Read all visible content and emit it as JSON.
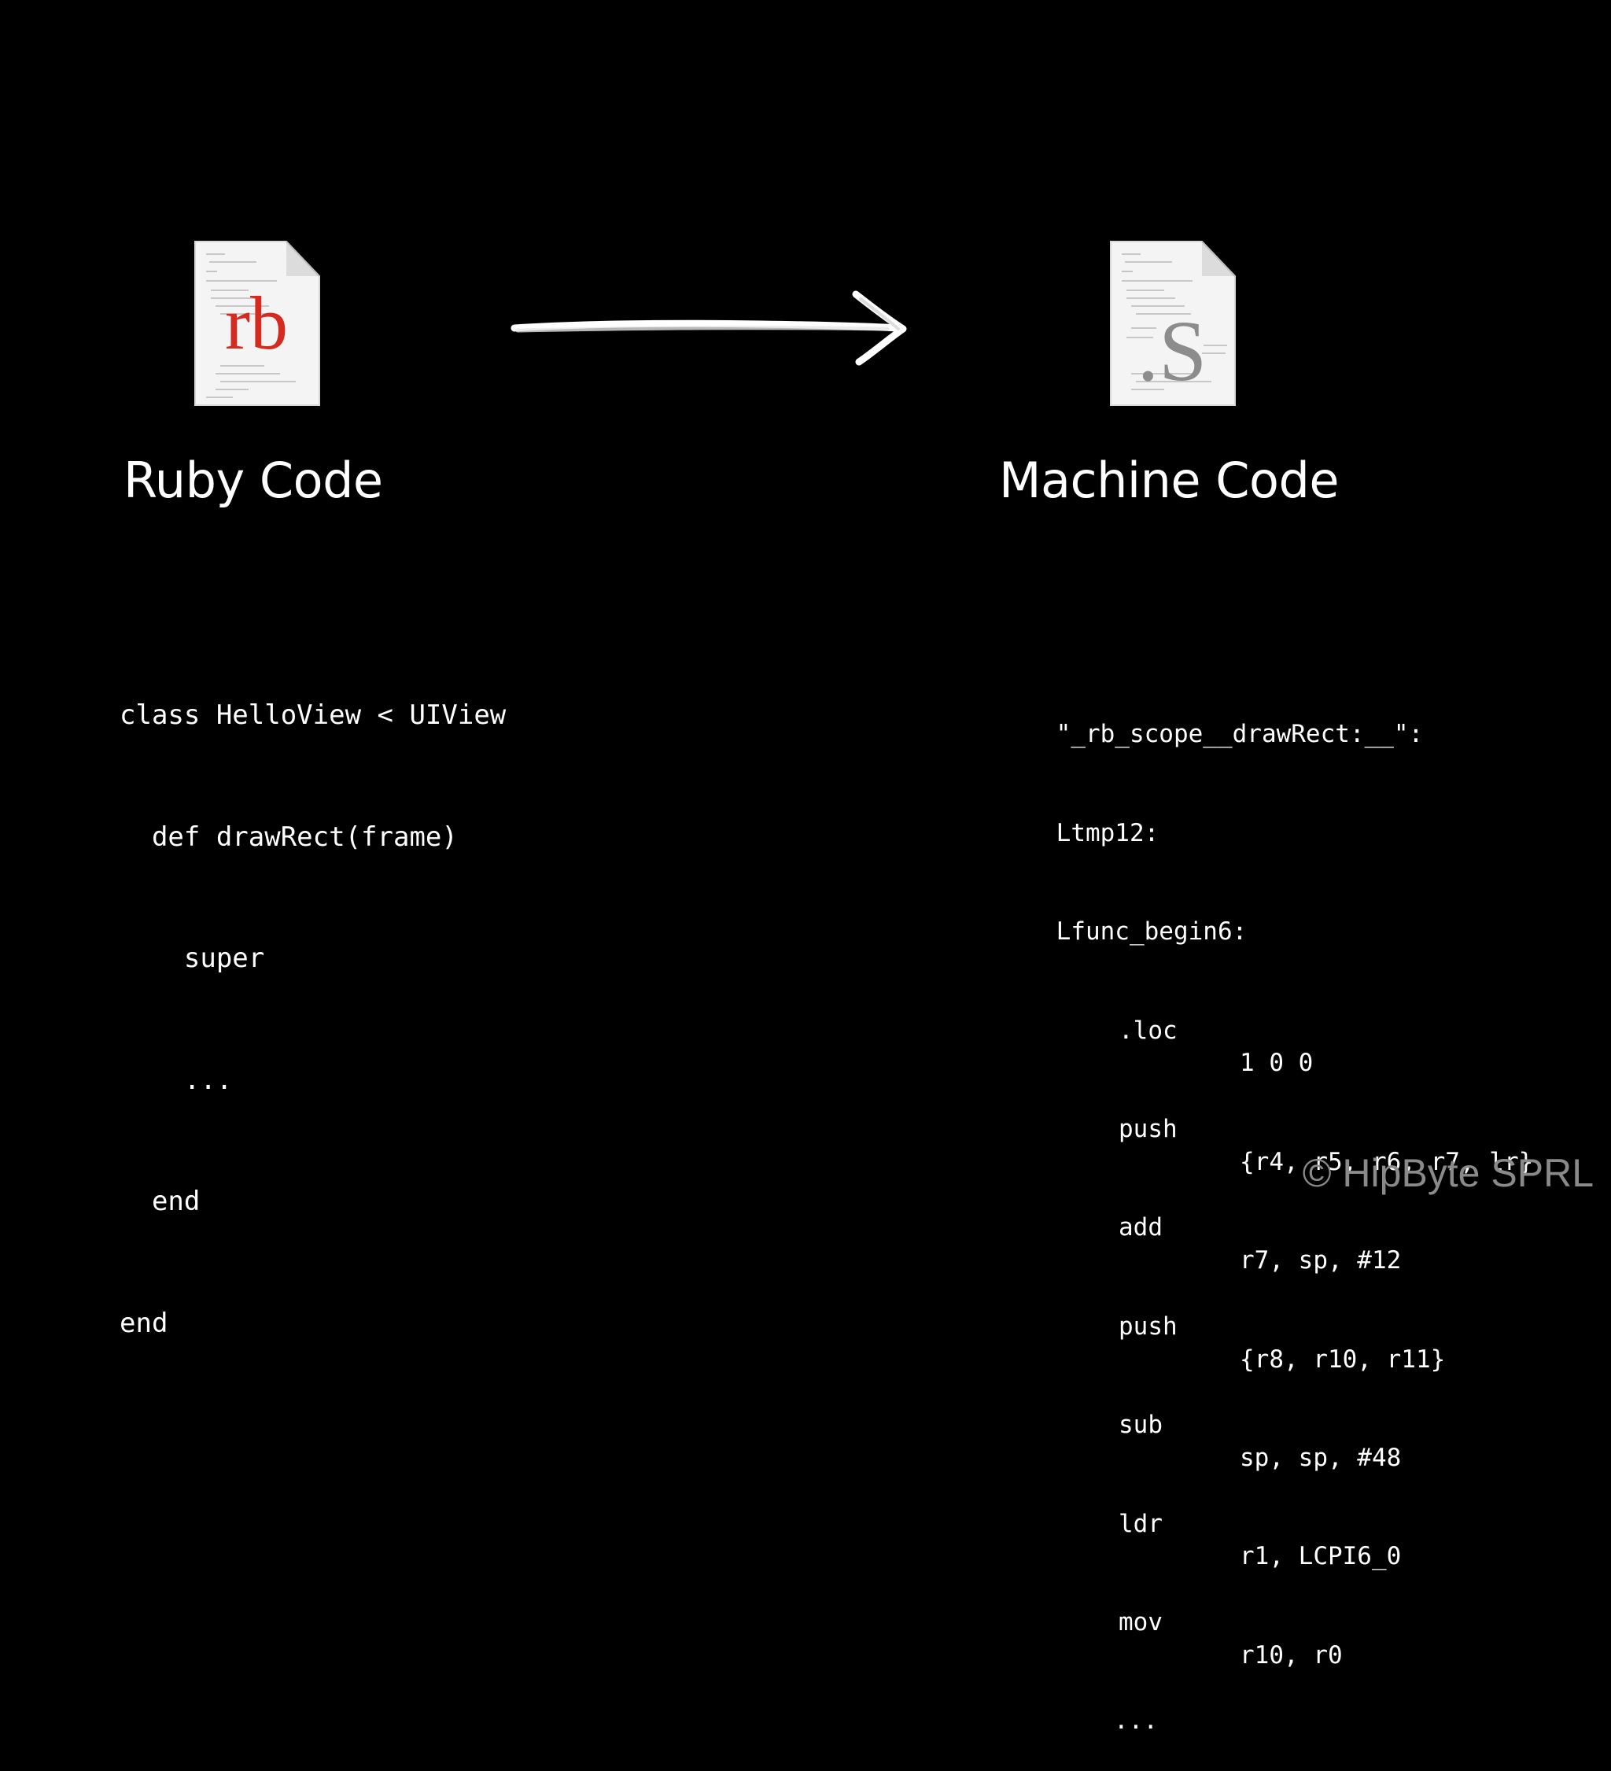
{
  "slide": {
    "background": "#000000",
    "left": {
      "icon_label": "rb",
      "icon_color": "#d42a1f",
      "heading": "Ruby Code",
      "code_lines": [
        "class HelloView < UIView",
        "  def drawRect(frame)",
        "    super",
        "    ...",
        "  end",
        "end"
      ]
    },
    "right": {
      "icon_label": ".S",
      "icon_color": "#8c8c8c",
      "heading": "Machine Code",
      "asm_lines": [
        {
          "label": "\"_rb_scope__drawRect:__\":",
          "mnemonic": "",
          "operands": ""
        },
        {
          "label": "Ltmp12:",
          "mnemonic": "",
          "operands": ""
        },
        {
          "label": "Lfunc_begin6:",
          "mnemonic": "",
          "operands": ""
        },
        {
          "label": "",
          "mnemonic": ".loc",
          "operands": "1 0 0"
        },
        {
          "label": "",
          "mnemonic": "push",
          "operands": "{r4, r5, r6, r7, lr}"
        },
        {
          "label": "",
          "mnemonic": "add",
          "operands": "r7, sp, #12"
        },
        {
          "label": "",
          "mnemonic": "push",
          "operands": "{r8, r10, r11}"
        },
        {
          "label": "",
          "mnemonic": "sub",
          "operands": "sp, sp, #48"
        },
        {
          "label": "",
          "mnemonic": "ldr",
          "operands": "r1, LCPI6_0"
        },
        {
          "label": "",
          "mnemonic": "mov",
          "operands": "r10, r0"
        },
        {
          "label": "",
          "mnemonic": "...",
          "operands": ""
        }
      ]
    },
    "copyright": "© HipByte SPRL"
  }
}
